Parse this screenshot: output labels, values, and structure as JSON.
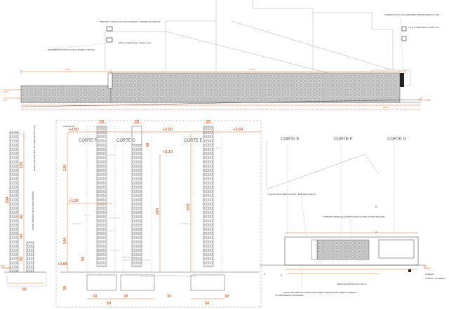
{
  "elevation": {
    "note_principio": "PRINCIPIO Y FINAL DE CELOSÍA -MACIZADO Y ARMADO EN VERTICAL",
    "note_fix": "1 Ø 16 en toda la altura y anclado a muro",
    "note_comienzo": "COMIENZO EL FINAL DEL CERRAMIENTO DONDE EMPIEZA LA CASA",
    "note_fix2": "1 Ø 16 en toda la altura y anclado a muro",
    "note_mantener": "MANTENER ESTA ZONA HASTA EL BORDE LA PISCINA",
    "level_right": "+0,00",
    "level_left_a": "+0,00",
    "level_left_b": "0,00"
  },
  "section_left": {
    "dims_vertical": [
      "125",
      "200",
      "40",
      "40",
      "50"
    ],
    "dim_bottom": "54",
    "level": "+0,00",
    "note_a": "BORDE SUPERIOR MURO DE PIEDRA SEGÚN PLANO",
    "note_b": "BORDE SUPERIOR SEGÚN MURO TERRENO"
  },
  "section_center": {
    "labels": {
      "f": "CORTE F",
      "g": "CORTE G",
      "e": "CORTE E"
    },
    "levels": {
      "top_a": "+2,50",
      "top_b": "+2,50",
      "top_c": "+2,50",
      "mid": "+2,10",
      "f_mid": "+1,20",
      "zero": "0,00",
      "zero_left": "+0,00"
    },
    "note_top": "Cotas en cm",
    "dims_top": [
      "25",
      "25",
      "25"
    ],
    "dim_side": "40",
    "dims_vertical": [
      "130",
      "220",
      "270",
      "140",
      "50",
      "30"
    ],
    "dims_bottom": [
      "30",
      "50",
      "30",
      "30",
      "50",
      "30"
    ],
    "grey_labels": [
      "BKY1.1",
      "BKY1.1",
      "BKY1.1",
      "BKY1.1",
      "Ø7.5x380mm",
      "Ø7.5x380mm",
      "Ø7.5x380mm",
      "Ø7.5x380mm",
      "ZONA DE ACABADO",
      "CIMENTACIÓN SEGÚN CÁLCULO"
    ]
  },
  "section_right": {
    "labels": {
      "e": "CORTE E",
      "f": "CORTE F",
      "g": "CORTE G"
    },
    "note_1": "CAJA DE PERFIL ACERO ALUMINIO Y BASE PARA CORTINA",
    "note_2": "COMPROBAR MEDIDA DE ELEMENTOS PARA AJUSTAR SOPORTE DEL MURO",
    "note_3": "CAJA MECANISMOS LLE MODELAR",
    "note_4": "SALIDA IMPULSIÓN DE LA BOMBA DIRECTAMENTE DESDE EL MURO (DERECHA INTERIOR)",
    "note_5": "SALIDA HACIA BOTÓN (D 1,5 ó 25 cm)",
    "level": "+0,00",
    "legend": [
      "ACABADO",
      "ACABADO Y MODERNO"
    ],
    "marks": [
      "A",
      "B",
      "E",
      "E"
    ]
  }
}
